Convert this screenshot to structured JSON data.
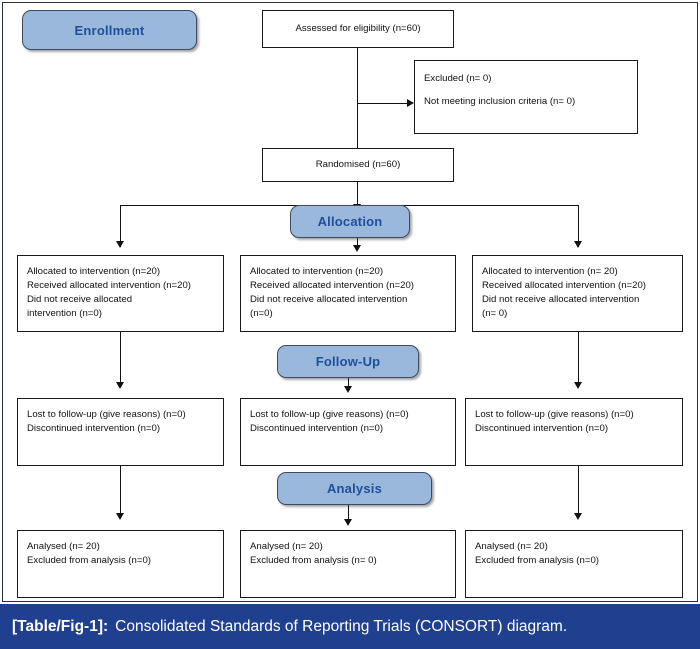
{
  "figure": {
    "caption_label": "[Table/Fig-1]:",
    "caption_text": "Consolidated Standards of Reporting Trials (CONSORT) diagram.",
    "colors": {
      "stage_fill": "#9ab8dc",
      "stage_text": "#1f4f9a",
      "caption_bar": "#1f3f8f",
      "caption_text": "#ffffff",
      "box_border": "#1a1a1a",
      "frame_border": "#2a2f49"
    }
  },
  "stages": {
    "enrollment": "Enrollment",
    "allocation": "Allocation",
    "followup": "Follow-Up",
    "analysis": "Analysis"
  },
  "enrollment": {
    "assessed": "Assessed for eligibility (n=60)",
    "excluded_line1": "Excluded (n= 0)",
    "excluded_line2": "Not meeting inclusion criteria (n= 0)",
    "randomised": "Randomised (n=60)"
  },
  "allocation_boxes": [
    {
      "line1": "Allocated to intervention (n=20)",
      "line2": "Received allocated intervention (n=20)",
      "line3": "Did not receive allocated",
      "line4": "intervention (n=0)"
    },
    {
      "line1": "Allocated to intervention (n=20)",
      "line2": "Received allocated intervention (n=20)",
      "line3": "Did not receive allocated intervention",
      "line4": "(n=0)"
    },
    {
      "line1": "Allocated to intervention (n= 20)",
      "line2": "Received allocated intervention (n=20)",
      "line3": "Did not receive allocated intervention",
      "line4": "(n= 0)"
    }
  ],
  "followup_boxes": [
    {
      "line1": "Lost to follow-up (give reasons) (n=0)",
      "line2": "Discontinued intervention (n=0)"
    },
    {
      "line1": "Lost to follow-up (give reasons) (n=0)",
      "line2": "Discontinued intervention (n=0)"
    },
    {
      "line1": "Lost to follow-up (give reasons) (n=0)",
      "line2": "Discontinued intervention (n=0)"
    }
  ],
  "analysis_boxes": [
    {
      "line1": "Analysed (n= 20)",
      "line2": "Excluded from analysis (n=0)"
    },
    {
      "line1": "Analysed (n= 20)",
      "line2": "Excluded from analysis (n= 0)"
    },
    {
      "line1": "Analysed (n= 20)",
      "line2": "Excluded from analysis (n=0)"
    }
  ]
}
